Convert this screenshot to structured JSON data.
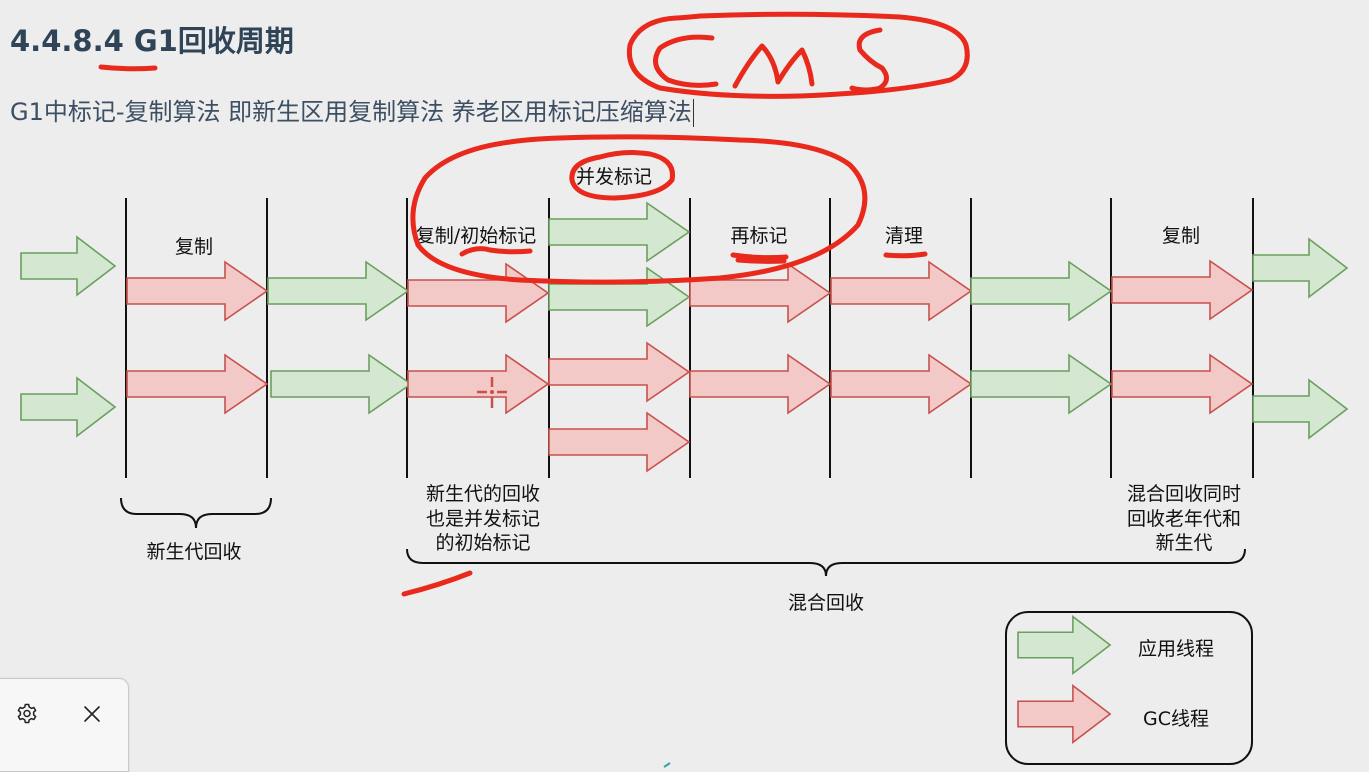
{
  "heading": {
    "number": "4.4.8.4",
    "g1": "G1",
    "title": "回收周期"
  },
  "subtitle": "G1中标记-复制算法 即新生区用复制算法 养老区用标记压缩算法",
  "diagram": {
    "phase_labels": {
      "copy_1": "复制",
      "copy_initial_mark": "复制/初始标记",
      "concurrent_mark": "并发标记",
      "remark": "再标记",
      "cleanup": "清理",
      "copy_2": "复制"
    },
    "young_gc_label": "新生代回收",
    "young_gc_note": [
      "新生代的回收",
      "也是并发标记",
      "的初始标记"
    ],
    "mixed_gc_note": [
      "混合回收同时",
      "回收老年代和",
      "新生代"
    ],
    "mixed_gc_label": "混合回收",
    "legend": {
      "app_thread": "应用线程",
      "gc_thread": "GC线程"
    },
    "annotation": "CMS"
  },
  "colors": {
    "app_fill": "#d4e7d0",
    "app_stroke": "#6a9f5e",
    "gc_fill": "#f2c9c7",
    "gc_stroke": "#c8504c",
    "pen": "#e8291c"
  },
  "toolbar": {
    "settings_icon": "gear-icon",
    "close_icon": "close-icon"
  }
}
